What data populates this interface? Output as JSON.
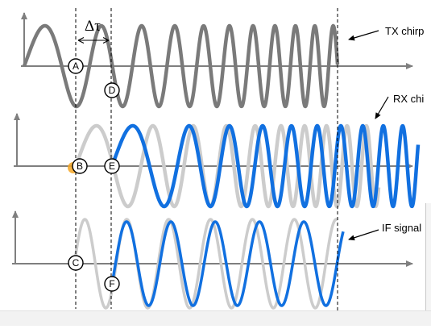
{
  "labels": {
    "tx": "TX chirp",
    "rx": "RX chi",
    "if": "IF signal",
    "delta": "Δτ"
  },
  "markers": [
    "A",
    "B",
    "C",
    "D",
    "E",
    "F"
  ],
  "colors": {
    "tx_wave": "#7a7a7a",
    "rx_ghost": "#cccccc",
    "rx_wave": "#1170e0",
    "axis": "#7f7f7f",
    "cursor": "#f4a623"
  }
}
